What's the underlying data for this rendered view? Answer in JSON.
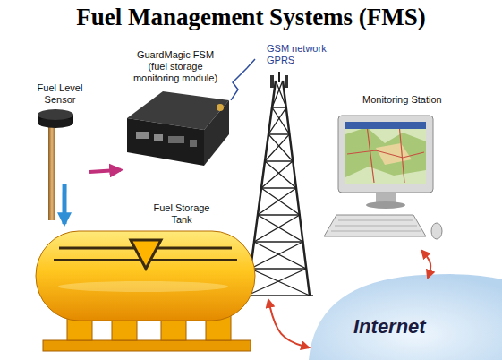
{
  "diagram": {
    "title": "Fuel Management Systems (FMS)",
    "nodes": [
      {
        "text": [
          "Fuel Level Sensor"
        ]
      },
      {
        "text": [
          "GuardMagic FSM (fuel storage monitoring module)"
        ]
      },
      {
        "text": [
          "GSM network GPRS"
        ]
      },
      {
        "text": [
          "Monitoring Station"
        ]
      },
      {
        "text": [
          "Fuel Storage Tank"
        ]
      },
      {
        "text": [
          "Internet"
        ]
      }
    ],
    "edges": [
      {
        "from": 0,
        "to": 1,
        "arrow": "to"
      },
      {
        "from": 0,
        "to": 4,
        "arrow": "to"
      },
      {
        "from": 1,
        "to": 2,
        "arrow": "none"
      },
      {
        "from": 2,
        "to": 5,
        "arrow": "both"
      },
      {
        "from": 3,
        "to": 5,
        "arrow": "both"
      }
    ]
  }
}
